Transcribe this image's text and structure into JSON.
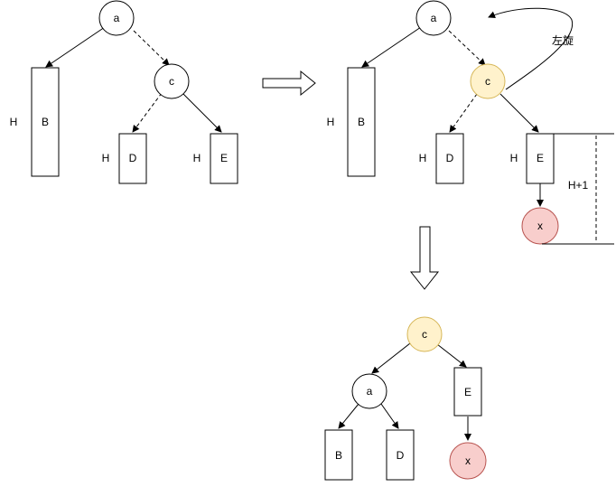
{
  "diagram": {
    "labels": {
      "a": "a",
      "b": "B",
      "c": "c",
      "d": "D",
      "e": "E",
      "x": "x",
      "h": "H",
      "height_plus_one": "H+1",
      "rotate_left": "左旋"
    },
    "colors": {
      "stroke": "#000000",
      "node_fill": "#ffffff",
      "pivot_fill": "#fff2cc",
      "pivot_stroke": "#d6b656",
      "new_node_fill": "#f8cecc",
      "new_node_stroke": "#b85450"
    },
    "panels": [
      {
        "name": "before-insert",
        "description_shown": false
      },
      {
        "name": "after-insert",
        "description_shown": false
      },
      {
        "name": "after-rotation",
        "description_shown": false
      }
    ]
  }
}
